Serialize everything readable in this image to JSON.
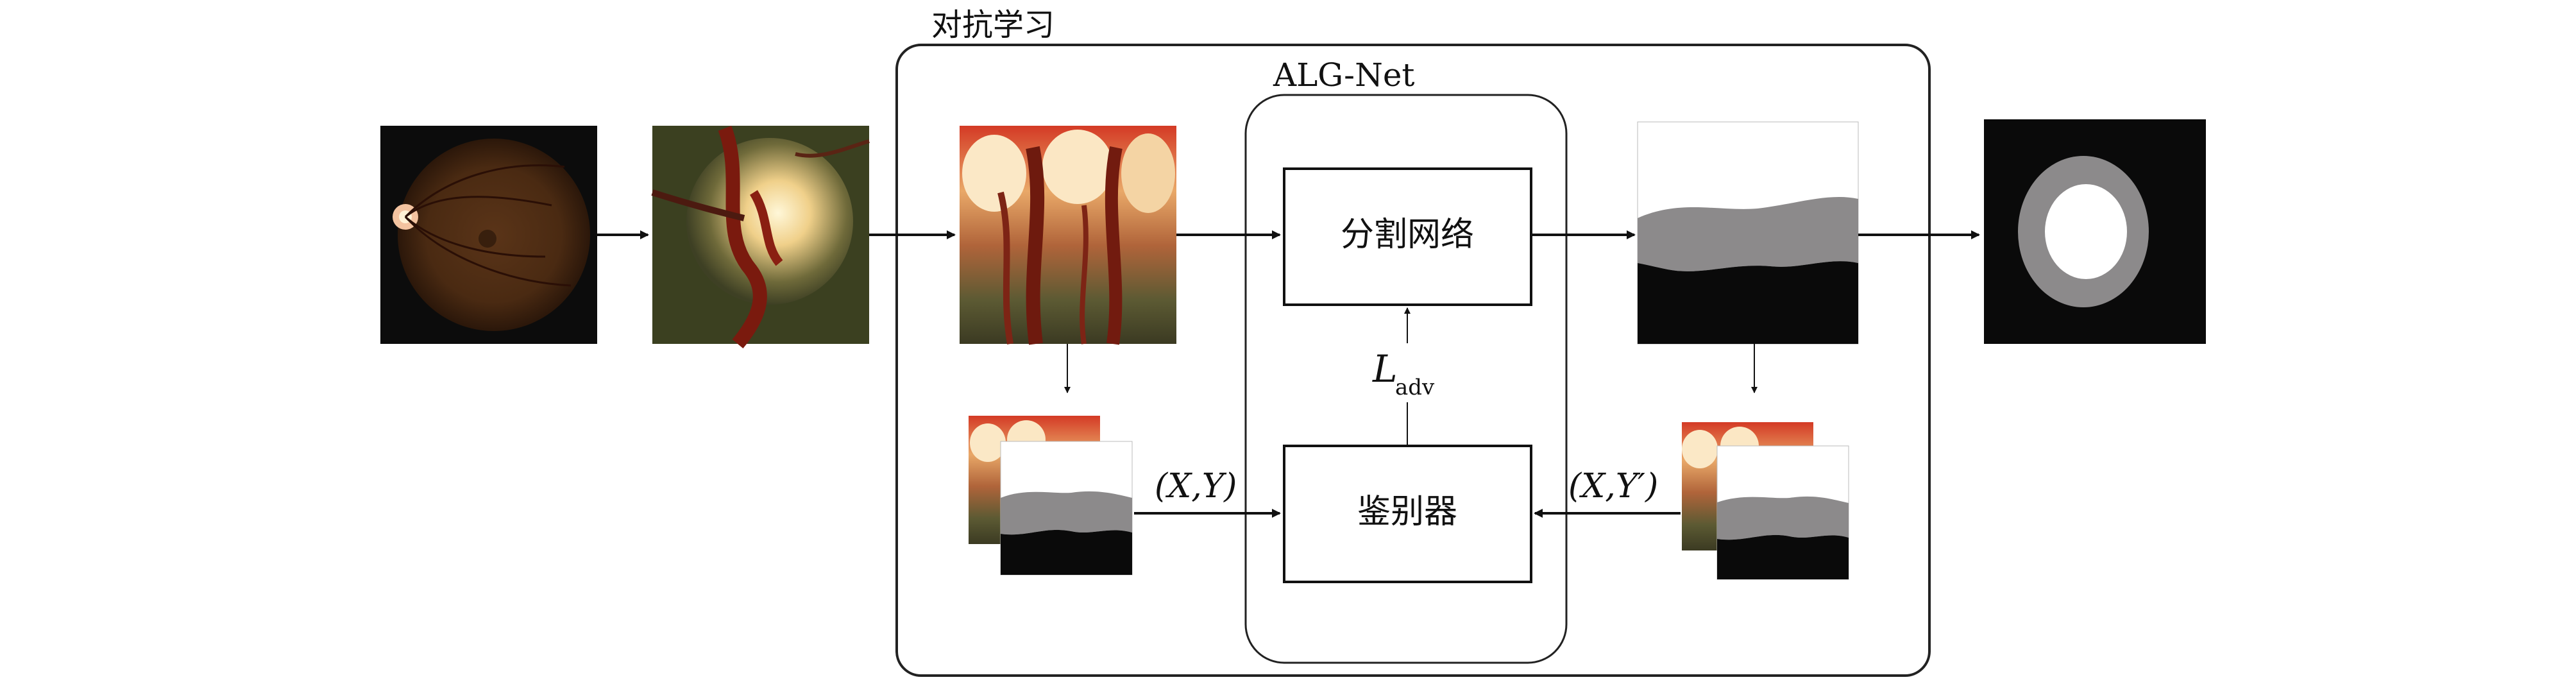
{
  "outer_group": {
    "label": "对抗学习"
  },
  "alg_net": {
    "label": "ALG-Net"
  },
  "segmentation_block": {
    "label": "分割网络"
  },
  "discriminator_block": {
    "label": "鉴别器"
  },
  "loss": {
    "main": "L",
    "subscript": "adv"
  },
  "pair_true": {
    "label": "(X,Y)"
  },
  "pair_pred": {
    "label": "(X,Y′)"
  },
  "images": [
    "fundus-full",
    "optic-disc-crop",
    "polar-transformed-input",
    "polar-segmentation-map",
    "final-segmentation-result",
    "stacked-ground-truth-pair",
    "stacked-predicted-pair"
  ],
  "colors": {
    "background": "#000000",
    "cup": "#ffffff",
    "disc": "#8c8a8b",
    "fundus": "#6b2a12",
    "polar": "#c23f2e"
  }
}
